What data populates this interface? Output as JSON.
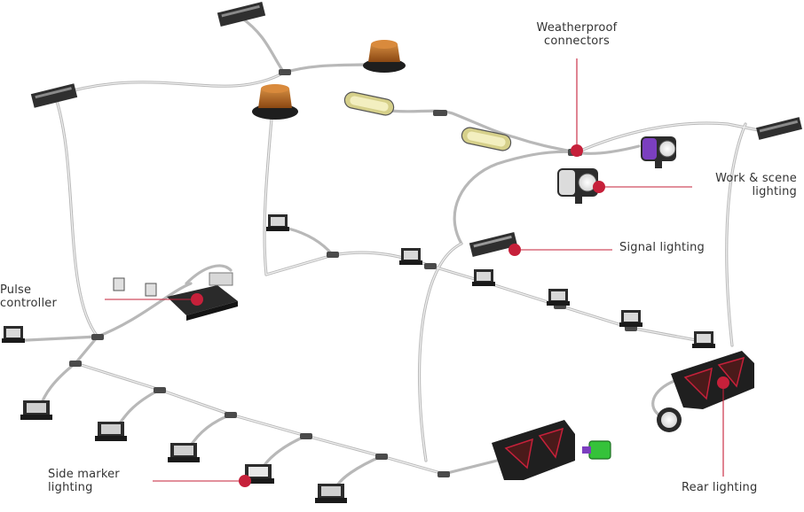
{
  "labels": {
    "weatherproof": [
      "Weatherproof",
      "connectors"
    ],
    "work": [
      "Work & scene",
      "lighting"
    ],
    "signal": "Signal lighting",
    "pulse": [
      "Pulse",
      "controller"
    ],
    "side": [
      "Side marker",
      "lighting"
    ],
    "rear": "Rear lighting"
  },
  "colors": {
    "accent": "#c6203a",
    "wire": "#b8b8b8",
    "component": "#2b2b2b",
    "beacon": "#b5651d",
    "connector_green": "#35c23a",
    "connector_purple": "#7b3fbf",
    "text": "#333333"
  },
  "icons": [
    "beacon-icon",
    "marker-light-icon",
    "rear-lamp-icon",
    "work-light-icon",
    "signal-bar-icon",
    "pulse-controller-icon",
    "weatherproof-connector-icon"
  ]
}
